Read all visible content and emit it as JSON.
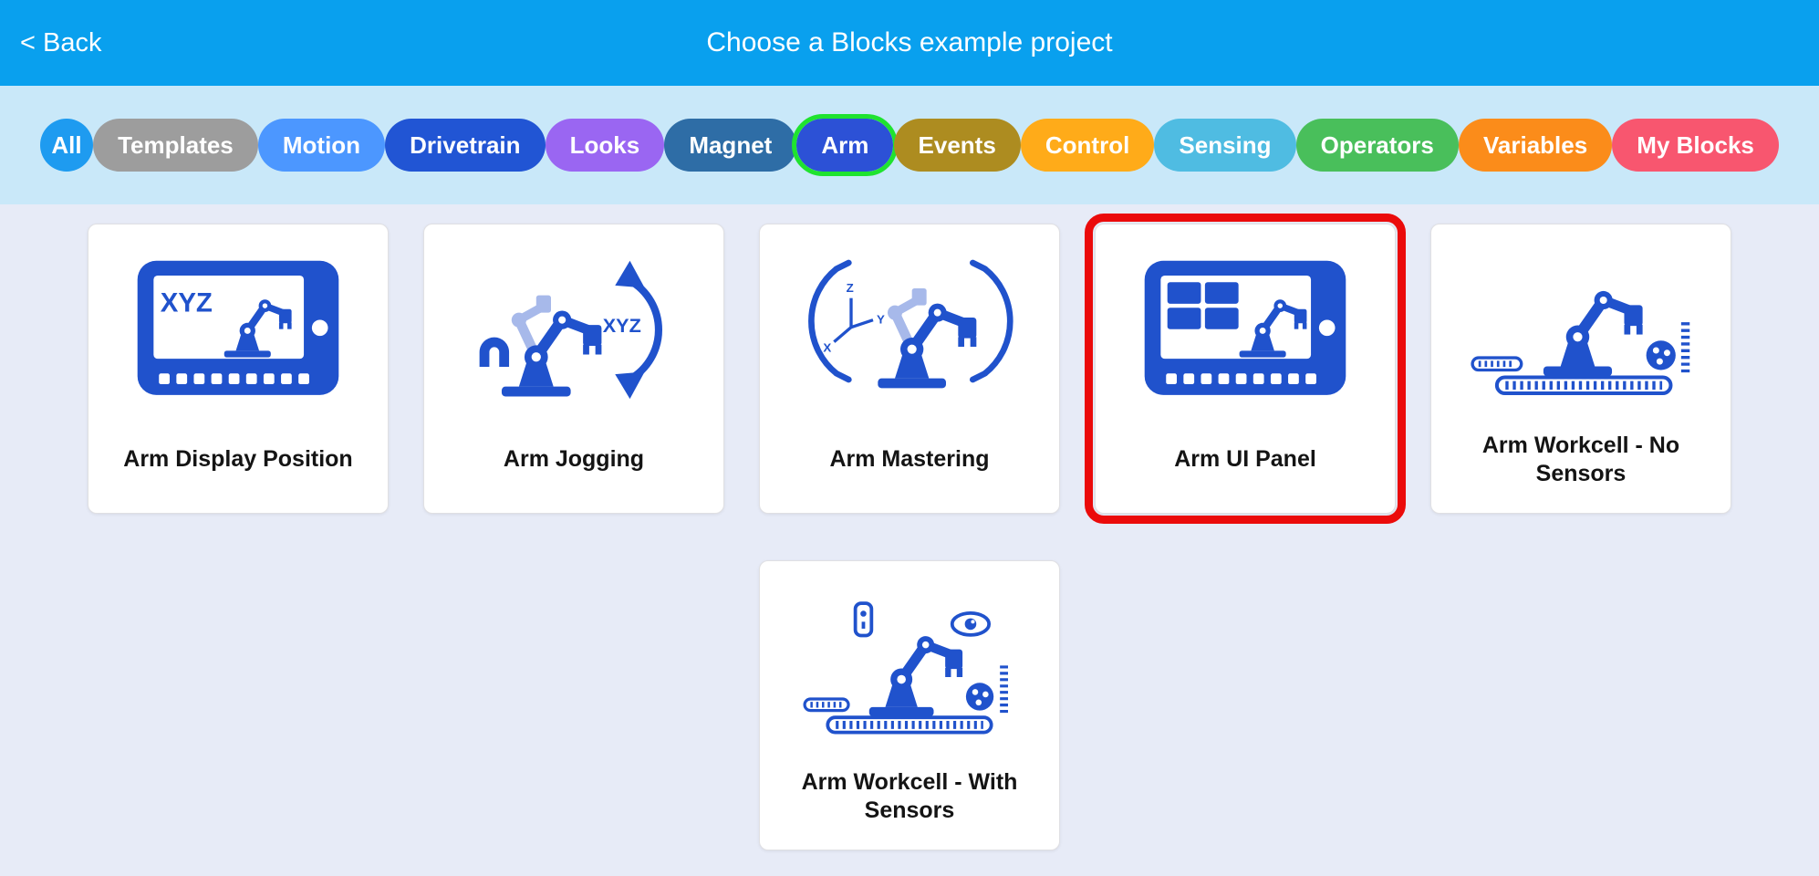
{
  "header": {
    "back_label": "< Back",
    "title": "Choose a Blocks example project"
  },
  "colors": {
    "header_bg": "#09A0EE",
    "filterbar_bg": "#C9E8F9",
    "main_bg": "#E7EBF7",
    "icon_blue": "#2052CC",
    "icon_light": "#A7B9EA",
    "highlight_red": "#EB0B0B"
  },
  "filter_bar": {
    "filters": [
      {
        "label": "All",
        "color": "#1E9BF0",
        "shape": "circle",
        "selected": false
      },
      {
        "label": "Templates",
        "color": "#9D9D9D",
        "selected": false
      },
      {
        "label": "Motion",
        "color": "#4C97FF",
        "selected": false
      },
      {
        "label": "Drivetrain",
        "color": "#2155D4",
        "selected": false
      },
      {
        "label": "Looks",
        "color": "#9A66F2",
        "selected": false
      },
      {
        "label": "Magnet",
        "color": "#2E6DA6",
        "selected": false
      },
      {
        "label": "Arm",
        "color": "#2C51D6",
        "selected": true,
        "ring_color": "#1FE32F"
      },
      {
        "label": "Events",
        "color": "#AD8C20",
        "selected": false
      },
      {
        "label": "Control",
        "color": "#FFAB19",
        "selected": false
      },
      {
        "label": "Sensing",
        "color": "#4FBCE2",
        "selected": false
      },
      {
        "label": "Operators",
        "color": "#49BF5B",
        "selected": false
      },
      {
        "label": "Variables",
        "color": "#FB8C1A",
        "selected": false
      },
      {
        "label": "My Blocks",
        "color": "#F8566F",
        "selected": false
      }
    ]
  },
  "projects": {
    "cards": [
      {
        "label": "Arm Display Position",
        "icon": "arm-display-position-icon",
        "row": 1,
        "highlighted": false
      },
      {
        "label": "Arm Jogging",
        "icon": "arm-jogging-icon",
        "row": 1,
        "highlighted": false
      },
      {
        "label": "Arm Mastering",
        "icon": "arm-mastering-icon",
        "row": 1,
        "highlighted": false
      },
      {
        "label": "Arm UI Panel",
        "icon": "arm-ui-panel-icon",
        "row": 1,
        "highlighted": true
      },
      {
        "label": "Arm Workcell - No Sensors",
        "icon": "arm-workcell-no-sensors-icon",
        "row": 1,
        "highlighted": false
      },
      {
        "label": "Arm Workcell - With Sensors",
        "icon": "arm-workcell-with-sensors-icon",
        "row": 2,
        "highlighted": false
      }
    ]
  }
}
